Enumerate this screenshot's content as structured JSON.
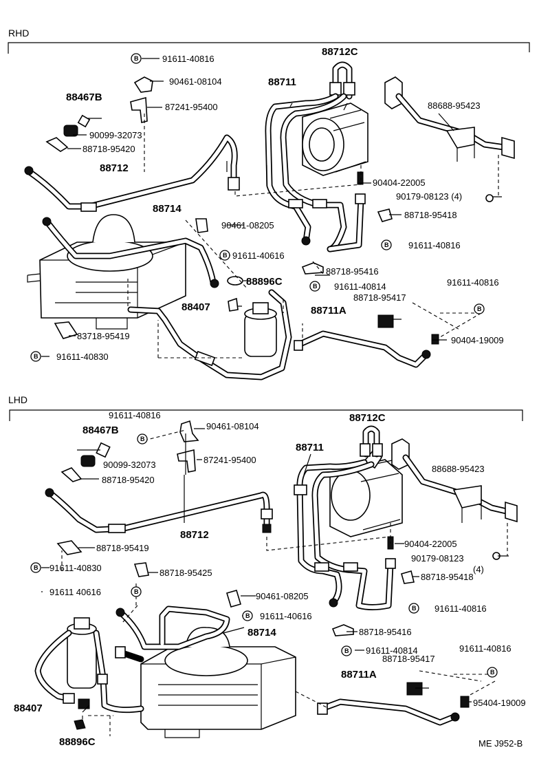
{
  "sections": {
    "rhd": {
      "label": "RHD"
    },
    "lhd": {
      "label": "LHD"
    }
  },
  "bolt_symbol": "B",
  "footer": {
    "code": "ME J952-B"
  },
  "rhd_labels": {
    "p91611_40816_top": "91611-40816",
    "p90461_08104": "90461-08104",
    "p87241_95400": "87241-95400",
    "p88467B": "88467B",
    "p90099_32073": "90099-32073",
    "p88718_95420": "88718-95420",
    "p88712": "88712",
    "p88712C": "88712C",
    "p88711": "88711",
    "p88688_95423": "88688-95423",
    "p90404_22005": "90404-22005",
    "p90179_08123": "90179-08123 (4)",
    "p88714": "88714",
    "p90461_08205": "90461-08205",
    "p88718_95418": "88718-95418",
    "p91611_40616": "91611-40616",
    "p91611_40816_mid": "91611-40816",
    "p88718_95416": "88718-95416",
    "p88896C": "88896C",
    "p91611_40814": "91611-40814",
    "p91611_40816_right": "91611-40816",
    "p88718_95417": "88718-95417",
    "p88407": "88407",
    "p88711A": "88711A",
    "p83718_95419": "83718-95419",
    "p90404_19009": "90404-19009",
    "p91611_40830": "91611-40830"
  },
  "lhd_labels": {
    "p91611_40816_top": "91611-40816",
    "p90461_08104": "90461-08104",
    "p88712C": "88712C",
    "p88467B": "88467B",
    "p87241_95400": "87241-95400",
    "p90099_32073": "90099-32073",
    "p88711": "88711",
    "p88688_95423": "88688-95423",
    "p88718_95420": "88718-95420",
    "p88712": "88712",
    "p90404_22005": "90404-22005",
    "p88718_95419": "88718-95419",
    "p90179_08123": "90179-08123",
    "p90179_qty": "(4)",
    "p91611_40830": "91611-40830",
    "p88718_95425": "88718-95425",
    "p88718_95418": "88718-95418",
    "p91611_40616_left": "91611 40616",
    "p90461_08205": "90461-08205",
    "p91611_40816_mid": "91611-40816",
    "p91611_40616_right": "91611-40616",
    "p88714": "88714",
    "p88718_95416": "88718-95416",
    "p91611_40814": "91611-40814",
    "p91611_40816_right": "91611-40816",
    "p88718_95417": "88718-95417",
    "p88711A": "88711A",
    "p88407": "88407",
    "p95404_19009": "95404-19009",
    "p88896C": "88896C"
  }
}
